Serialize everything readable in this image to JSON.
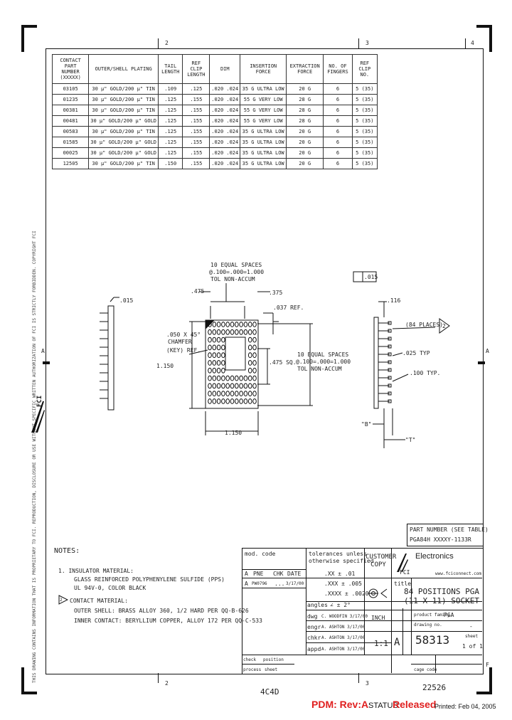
{
  "border": {
    "top_zones": [
      "2",
      "3",
      "4"
    ],
    "bottom_zones": [
      "2",
      "3"
    ],
    "side_zones": [
      "A",
      "A"
    ],
    "bottom_right_zone": "F"
  },
  "spec_table": {
    "headers": [
      "CONTACT PART NUMBER (XXXXX)",
      "OUTER/SHELL PLATING",
      "TAIL LENGTH",
      "REF CLIP LENGTH",
      "DIM",
      "INSERTION FORCE",
      "EXTRACTION FORCE",
      "NO. OF FINGERS",
      "REF CLIP NO."
    ],
    "rows": [
      [
        "03105",
        "30 µ\" GOLD/200 µ\" TIN",
        ".109",
        ".125",
        ".020 .024",
        "35 G ULTRA LOW",
        "20 G",
        "6",
        "5 (35)"
      ],
      [
        "01235",
        "30 µ\" GOLD/200 µ\" TIN",
        ".125",
        ".155",
        ".020 .024",
        "55 G VERY LOW",
        "28 G",
        "6",
        "5 (35)"
      ],
      [
        "00381",
        "30 µ\" GOLD/200 µ\" TIN",
        ".125",
        ".155",
        ".020 .024",
        "55 G VERY LOW",
        "28 G",
        "6",
        "5 (35)"
      ],
      [
        "00481",
        "30 µ\" GOLD/200 µ\" GOLD",
        ".125",
        ".155",
        ".020 .024",
        "55 G VERY LOW",
        "28 G",
        "6",
        "5 (35)"
      ],
      [
        "00583",
        "30 µ\" GOLD/200 µ\" TIN",
        ".125",
        ".155",
        ".020 .024",
        "35 G ULTRA LOW",
        "20 G",
        "6",
        "5 (35)"
      ],
      [
        "01585",
        "30 µ\" GOLD/200 µ\" GOLD",
        ".125",
        ".155",
        ".020 .024",
        "35 G ULTRA LOW",
        "20 G",
        "6",
        "5 (35)"
      ],
      [
        "00025",
        "30 µ\" GOLD/200 µ\" GOLD",
        ".125",
        ".155",
        ".020 .024",
        "35 G ULTRA LOW",
        "20 G",
        "6",
        "5 (35)"
      ],
      [
        "12505",
        "30 µ\" GOLD/200 µ\" TIN",
        ".150",
        ".155",
        ".020 .024",
        "35 G ULTRA LOW",
        "20 G",
        "6",
        "5 (35)"
      ]
    ]
  },
  "drawing": {
    "spaces_top_line1": "10 EQUAL SPACES",
    "spaces_top_line2": "@.100=.000=1.000",
    "spaces_top_line3": "TOL NON-ACCUM",
    "dim_475": ".475",
    "dim_375_top": ".375",
    "dim_037_ref": ".037 REF.",
    "dim_015": ".015",
    "chamfer_line1": ".050 X 45°",
    "chamfer_line2": "CHAMFER",
    "chamfer_line3": "(KEY) REF.",
    "dim_150_left": "1.150",
    "spaces_right_line1": "10 EQUAL SPACES",
    "spaces_right_line2": "@.100=.000=1.000",
    "spaces_right_line3": "TOL NON-ACCUM",
    "dim_475_right": ".475 SQ.",
    "dim_1150_bottom": "1.150",
    "flat_box": ".015",
    "dim_116": ".116",
    "places_note": "(84 PLACES)",
    "note_ref_mark": "2",
    "dim_025_typ": ".025 TYP",
    "dim_100_typ": ".100 TYP.",
    "dim_b": "\"B\"",
    "dim_t": "\"T\""
  },
  "notes": {
    "title": "NOTES:",
    "n1_line1": "1. INSULATOR MATERIAL:",
    "n1_line2": "GLASS REINFORCED POLYPHENYLENE SULFIDE (PPS)",
    "n1_line3": "UL 94V-0, COLOR BLACK",
    "n2_marker": "2",
    "n2_line1": "CONTACT MATERIAL:",
    "n2_line2": "OUTER SHELL: BRASS ALLOY 360, 1/2 HARD PER QQ-B-626",
    "n2_line3": "INNER CONTACT: BERYLLIUM COPPER, ALLOY 172 PER QQ-C-533"
  },
  "title_block": {
    "part_number_label": "PART NUMBER (SEE TABLE)",
    "part_number_value": "PGA84H XXXXY-1133R",
    "mod_code": "mod. code",
    "tolerance_line1": "tolerances unless",
    "tolerance_line2": "otherwise specified",
    "customer_copy": "CUSTOMER COPY",
    "company": "Electronics",
    "fci": "FCI",
    "website": "www.fciconnect.com",
    "rev_headers": [
      "A",
      "PNE",
      "CHK",
      "DATE"
    ],
    "rev_row": [
      "A",
      "PW0796",
      "...",
      "3/17/00"
    ],
    "tol_1": ".XX ± .01",
    "tol_2": ".XXX ± .005",
    "tol_3": ".XXXX ± .0020",
    "tol_4": "∠ ± 2°",
    "angles": "angles",
    "dwg_label": "dwg",
    "dwg_value": "C. WOODFIN 3/17/00",
    "engr_label": "engr",
    "engr_value": "A. ASHTON 3/17/00",
    "chkr_label": "chkr",
    "chkr_value": "A. ASHTON 3/17/00",
    "appd_label": "appd",
    "appd_value": "A. ASHTON 3/17/00",
    "units": "INCH",
    "scale_value": "1:1",
    "size_value": "A",
    "title_label": "title",
    "title_line1": "84 POSITIONS PGA",
    "title_line2": "(11 X 11) SOCKET",
    "product_family_label": "product family",
    "product_family_value": "PGA",
    "drawing_number_label": "drawing no.",
    "drawing_number_value": "58313",
    "sheet_label": "sheet",
    "sheet_value": "1 of 1",
    "check_label": "check",
    "position_label": "position",
    "process_label": "process",
    "sheet_small": "sheet",
    "dash": "-",
    "cage_label": "cage code",
    "cage_value": "22526"
  },
  "side_text": "THIS DRAWING CONTAINS INFORMATION THAT IS PROPRIETARY TO FCI. REPRODUCTION, DISCLOSURE OR USE WITHOUT SPECIFIC WRITTEN AUTHORIZATION OF FCI IS STRICTLY FORBIDDEN. COPYRIGHT FCI",
  "side_logo": "FCI",
  "bottom_code": "4C4D",
  "footer": {
    "pdm": "PDM: Rev:A",
    "status_label": "STATUS:",
    "status_value": "Released",
    "printed": "Printed: Feb 04, 2005"
  },
  "colors": {
    "pdm": "#e02020",
    "status": "#e02020",
    "ink": "#111111"
  }
}
